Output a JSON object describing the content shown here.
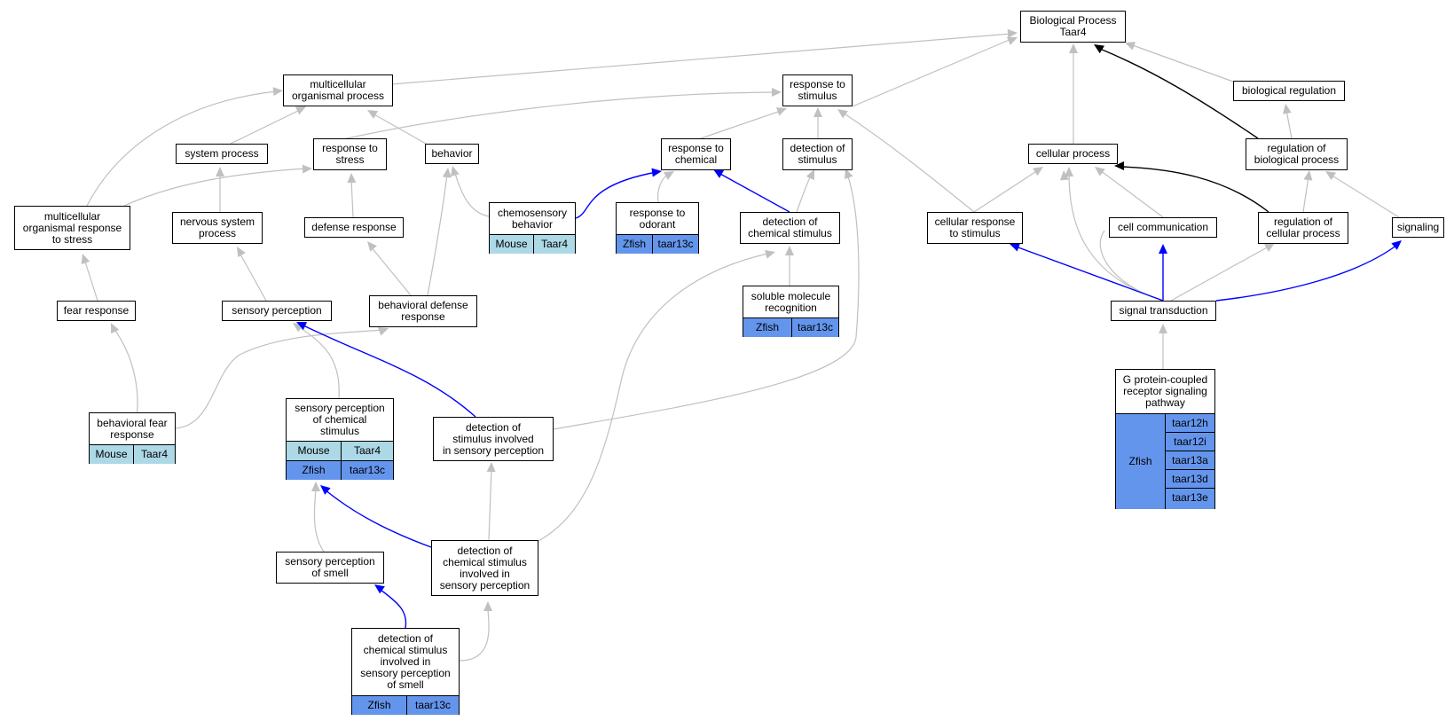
{
  "colors": {
    "grey_edge": "#c0c0c0",
    "blue_edge": "#0000ff",
    "black_edge": "#000000",
    "mouse": "#add8e6",
    "zfish": "#6495ed"
  },
  "nodes": {
    "root": {
      "label": "Biological Process\nTaar4"
    },
    "multicellular_organismal_process": {
      "label": "multicellular\norganismal process"
    },
    "response_to_stimulus": {
      "label": "response to\nstimulus"
    },
    "biological_regulation": {
      "label": "biological regulation"
    },
    "system_process": {
      "label": "system process"
    },
    "response_to_stress": {
      "label": "response to\nstress"
    },
    "behavior": {
      "label": "behavior"
    },
    "response_to_chemical": {
      "label": "response to\nchemical"
    },
    "detection_of_stimulus": {
      "label": "detection of\nstimulus"
    },
    "cellular_process": {
      "label": "cellular process"
    },
    "regulation_of_biological_process": {
      "label": "regulation of\nbiological process"
    },
    "multicellular_organismal_response_to_stress": {
      "label": "multicellular\norganismal response\nto stress"
    },
    "nervous_system_process": {
      "label": "nervous system\nprocess"
    },
    "defense_response": {
      "label": "defense response"
    },
    "chemosensory_behavior": {
      "label": "chemosensory\nbehavior",
      "org": "Mouse",
      "gene": "Taar4"
    },
    "response_to_odorant": {
      "label": "response to\nodorant",
      "org": "Zfish",
      "gene": "taar13c"
    },
    "detection_of_chemical_stimulus": {
      "label": "detection of\nchemical stimulus"
    },
    "cellular_response_to_stimulus": {
      "label": "cellular response\nto stimulus"
    },
    "cell_communication": {
      "label": "cell communication"
    },
    "regulation_of_cellular_process": {
      "label": "regulation of\ncellular process"
    },
    "signaling": {
      "label": "signaling"
    },
    "fear_response": {
      "label": "fear response"
    },
    "sensory_perception": {
      "label": "sensory perception"
    },
    "behavioral_defense_response": {
      "label": "behavioral defense\nresponse"
    },
    "soluble_molecule_recognition": {
      "label": "soluble molecule\nrecognition",
      "org": "Zfish",
      "gene": "taar13c"
    },
    "signal_transduction": {
      "label": "signal transduction"
    },
    "behavioral_fear_response": {
      "label": "behavioral fear\nresponse",
      "org": "Mouse",
      "gene": "Taar4"
    },
    "sensory_perception_of_chemical_stimulus": {
      "label": "sensory perception\nof chemical\nstimulus",
      "org": "Mouse",
      "gene": "Taar4",
      "org2": "Zfish",
      "gene2": "taar13c"
    },
    "detection_of_stimulus_involved_in_sensory_perception": {
      "label": "detection of\nstimulus involved\nin sensory perception"
    },
    "gpcr_signaling_pathway": {
      "label": "G protein-coupled\nreceptor signaling\npathway",
      "org": "Zfish",
      "genes": [
        "taar12h",
        "taar12i",
        "taar13a",
        "taar13d",
        "taar13e"
      ]
    },
    "sensory_perception_of_smell": {
      "label": "sensory perception\nof smell"
    },
    "detection_of_chemical_stimulus_involved_in_sensory_perception": {
      "label": "detection of\nchemical stimulus\ninvolved in\nsensory perception"
    },
    "detection_of_chemical_stimulus_involved_in_sensory_perception_of_smell": {
      "label": "detection of\nchemical stimulus\ninvolved in\nsensory perception\nof smell",
      "org": "Zfish",
      "gene": "taar13c"
    }
  }
}
